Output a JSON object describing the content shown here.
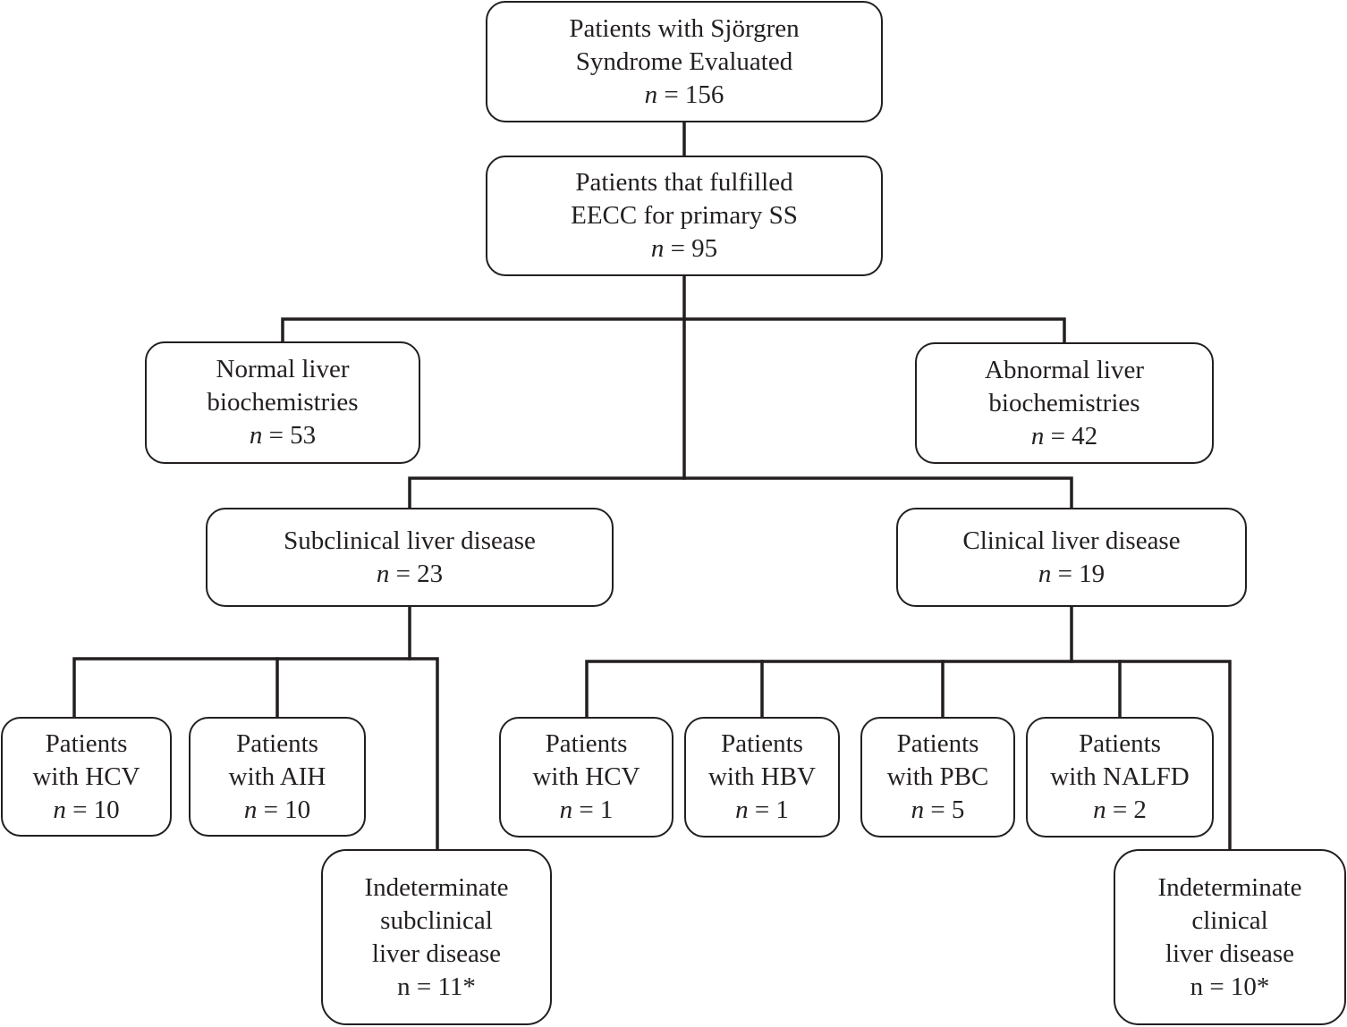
{
  "nodes": {
    "evaluated": {
      "lines": [
        "Patients with Sjörgren",
        "Syndrome Evaluated"
      ],
      "n_label": "n",
      "n_rest": " = 156"
    },
    "eecc": {
      "lines": [
        "Patients that fulfilled",
        "EECC for primary SS"
      ],
      "n_label": "n",
      "n_rest": " = 95"
    },
    "normal": {
      "lines": [
        "Normal liver",
        "biochemistries"
      ],
      "n_label": "n",
      "n_rest": " = 53"
    },
    "abnormal": {
      "lines": [
        "Abnormal liver",
        "biochemistries"
      ],
      "n_label": "n",
      "n_rest": " = 42"
    },
    "subclinical": {
      "lines": [
        "Subclinical liver disease"
      ],
      "n_label": "n",
      "n_rest": " = 23"
    },
    "clinical": {
      "lines": [
        "Clinical liver disease"
      ],
      "n_label": "n",
      "n_rest": " = 19"
    },
    "sub_hcv": {
      "lines": [
        "Patients",
        "with HCV"
      ],
      "n_label": "n",
      "n_rest": " = 10"
    },
    "sub_aih": {
      "lines": [
        "Patients",
        "with AIH"
      ],
      "n_label": "n",
      "n_rest": " = 10"
    },
    "sub_indeterminate": {
      "lines": [
        "Indeterminate",
        "subclinical",
        "liver disease",
        "n = 11*"
      ]
    },
    "cl_hcv": {
      "lines": [
        "Patients",
        "with HCV"
      ],
      "n_label": "n",
      "n_rest": " = 1"
    },
    "cl_hbv": {
      "lines": [
        "Patients",
        "with HBV"
      ],
      "n_label": "n",
      "n_rest": " = 1"
    },
    "cl_pbc": {
      "lines": [
        "Patients",
        "with PBC"
      ],
      "n_label": "n",
      "n_rest": " = 5"
    },
    "cl_nalfd": {
      "lines": [
        "Patients",
        "with NALFD"
      ],
      "n_label": "n",
      "n_rest": " = 2"
    },
    "cl_indeterminate": {
      "lines": [
        "Indeterminate",
        "clinical",
        "liver disease",
        "n = 10*"
      ]
    }
  },
  "colors": {
    "line": "#231f20",
    "background": "#ffffff"
  }
}
